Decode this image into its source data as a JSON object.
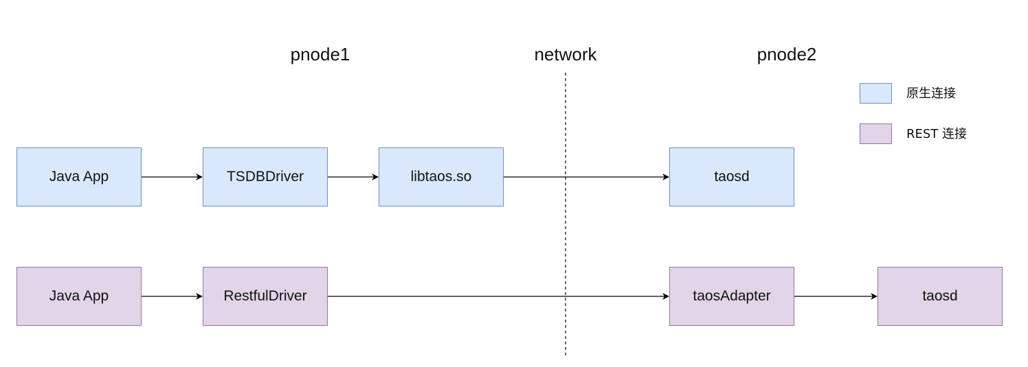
{
  "headers": {
    "pnode1": "pnode1",
    "network": "network",
    "pnode2": "pnode2"
  },
  "legend": [
    {
      "label": "原生连接",
      "fill": "#dae8fc",
      "stroke": "#6c8ebf"
    },
    {
      "label": "REST 连接",
      "fill": "#e1d5e7",
      "stroke": "#9673a6"
    }
  ],
  "native_row": {
    "java_app": "Java App",
    "driver": "TSDBDriver",
    "lib": "libtaos.so",
    "server": "taosd"
  },
  "rest_row": {
    "java_app": "Java App",
    "driver": "RestfulDriver",
    "adapter": "taosAdapter",
    "server": "taosd"
  },
  "colors": {
    "native_fill": "#dae8fc",
    "native_stroke": "#6c8ebf",
    "rest_fill": "#e1d5e7",
    "rest_stroke": "#9673a6",
    "line": "#000000"
  },
  "connections": [
    {
      "from": "Java App",
      "to": "TSDBDriver"
    },
    {
      "from": "TSDBDriver",
      "to": "libtaos.so"
    },
    {
      "from": "libtaos.so",
      "to": "taosd"
    },
    {
      "from": "Java App",
      "to": "RestfulDriver"
    },
    {
      "from": "RestfulDriver",
      "to": "taosAdapter"
    },
    {
      "from": "taosAdapter",
      "to": "taosd"
    }
  ]
}
